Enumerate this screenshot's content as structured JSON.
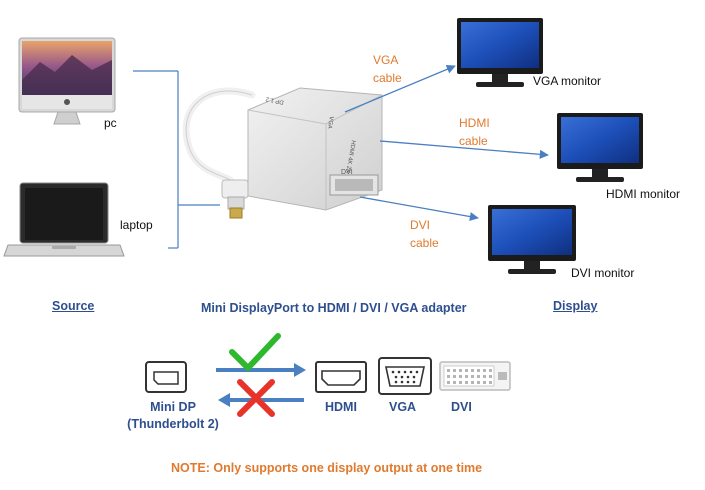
{
  "devices": {
    "pc": "pc",
    "laptop": "laptop",
    "vga_monitor": "VGA monitor",
    "hdmi_monitor": "HDMI monitor",
    "dvi_monitor": "DVI monitor"
  },
  "adapter": {
    "vga_port": "VGA",
    "hdmi_port": "HDMI 4K 2K",
    "dvi_port": "DVI",
    "dp_label": "DP 1.2"
  },
  "cables": {
    "vga": [
      "VGA",
      "cable"
    ],
    "hdmi": [
      "HDMI",
      "cable"
    ],
    "dvi": [
      "DVI",
      "cable"
    ]
  },
  "headings": {
    "source": "Source",
    "adapter": "Mini DisplayPort to HDMI / DVI / VGA adapter",
    "display": "Display"
  },
  "ports": {
    "mini_dp": [
      "Mini DP",
      "(Thunderbolt 2)"
    ],
    "hdmi": "HDMI",
    "vga": "VGA",
    "dvi": "DVI"
  },
  "note": "NOTE: Only supports one display output at one time",
  "colors": {
    "orange": "#e07a2e",
    "blue": "#2e4f8f",
    "line": "#4a7fc1",
    "check": "#2eb82e",
    "cross": "#e8332a"
  }
}
